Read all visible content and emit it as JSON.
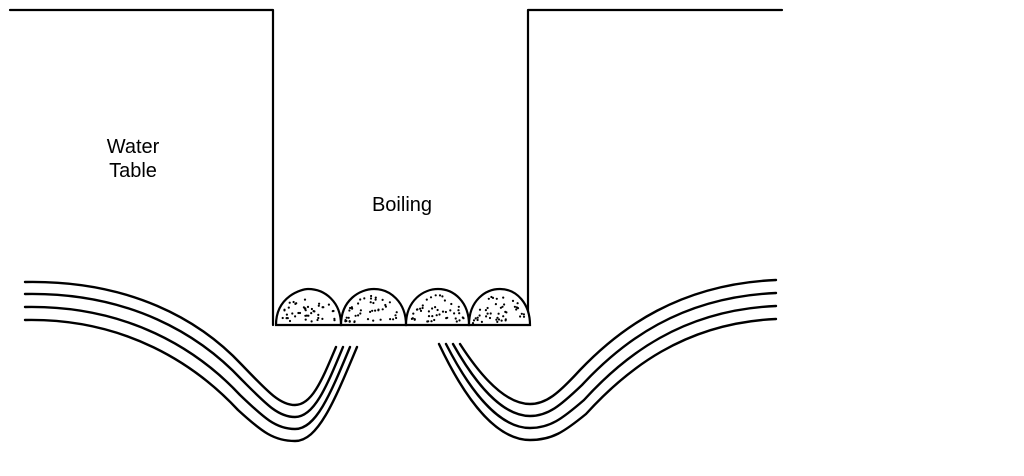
{
  "labels": {
    "water_table_line1": "Water",
    "water_table_line2": "Table",
    "boiling": "Boiling"
  },
  "colors": {
    "ink": "#000000",
    "background": "#ffffff"
  }
}
